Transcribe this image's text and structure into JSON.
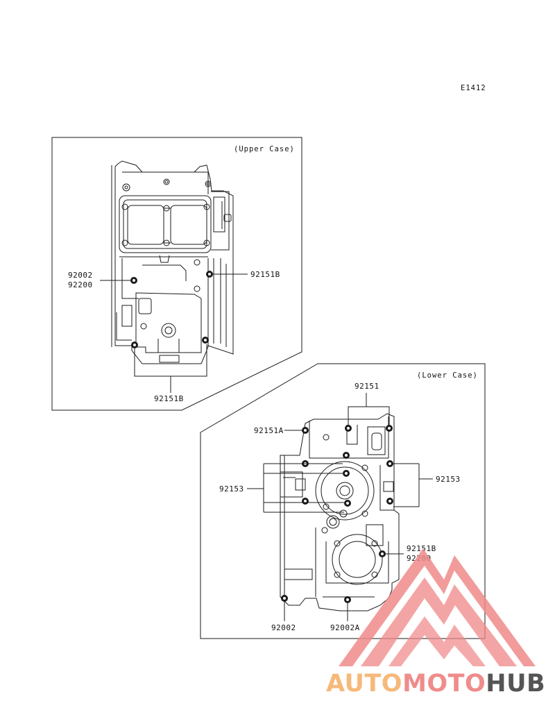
{
  "diagram_id": "E1412",
  "colors": {
    "line": "#1a1a1a",
    "watermark_red": "#f08a8a",
    "watermark_orange": "#f6b97a",
    "watermark_gray": "#555555"
  },
  "upper_panel": {
    "title": "(Upper Case)",
    "labels": {
      "l1a": "92002",
      "l1b": "92200",
      "l2": "92151B",
      "l3": "92151B"
    }
  },
  "lower_panel": {
    "title": "(Lower Case)",
    "labels": {
      "l1": "92151",
      "l2": "92151A",
      "l3": "92153",
      "l4": "92153",
      "l5a": "92151B",
      "l5b": "92200",
      "l6": "92002",
      "l7": "92002A"
    }
  },
  "watermark": {
    "part1": "AUTO",
    "part2": "MOTO",
    "part3": "HUB"
  }
}
